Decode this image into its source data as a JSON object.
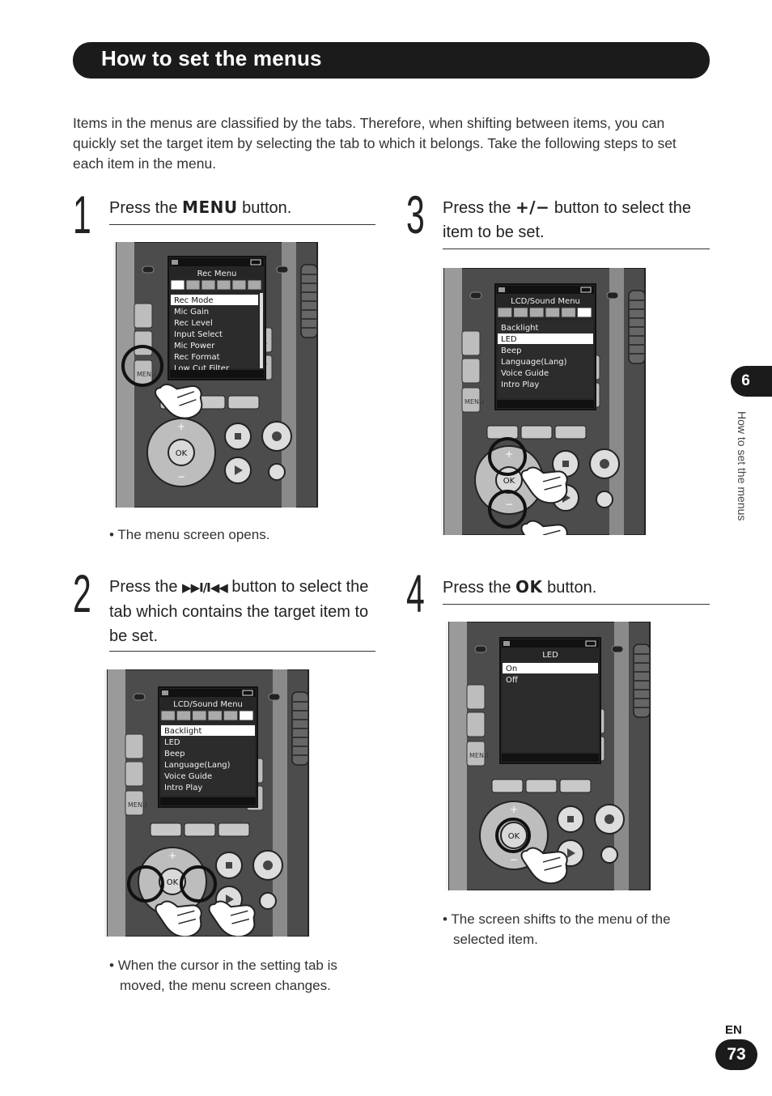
{
  "header": {
    "title": "How to set the menus"
  },
  "intro": "Items in the menus are classified by the tabs. Therefore, when shifting between items, you can quickly set the target item by selecting the tab to which it belongs. Take the following steps to set each item in the menu.",
  "steps": [
    {
      "number": "1",
      "prefix": "Press the ",
      "key": "MENU",
      "suffix": " button.",
      "note": "The menu screen opens."
    },
    {
      "number": "2",
      "prefix": "Press the ",
      "key": "▶▶I/I◀◀",
      "suffix": " button to select the tab which contains the target item to be set.",
      "note": "When the cursor in the setting tab is moved, the menu screen changes."
    },
    {
      "number": "3",
      "prefix": "Press the ",
      "key": "+/−",
      "suffix": " button to select the item to be set."
    },
    {
      "number": "4",
      "prefix": "Press the ",
      "key": "OK",
      "suffix": " button.",
      "note": "The screen shifts to the menu of the selected item."
    }
  ],
  "screens": {
    "step1": {
      "title": "Rec Menu",
      "items": [
        "Rec Mode",
        "Mic Gain",
        "Rec Level",
        "Input Select",
        "Mic Power",
        "Rec Format",
        "Low Cut Filter"
      ]
    },
    "step2": {
      "title": "LCD/Sound Menu",
      "items": [
        "Backlight",
        "LED",
        "Beep",
        "Language(Lang)",
        "Voice Guide",
        "Intro Play"
      ]
    },
    "step3": {
      "title": "LCD/Sound Menu",
      "items": [
        "Backlight",
        "LED",
        "Beep",
        "Language(Lang)",
        "Voice Guide",
        "Intro Play"
      ]
    },
    "step4": {
      "title": "LED",
      "items": [
        "On",
        "Off"
      ]
    }
  },
  "device_labels": {
    "ok": "OK",
    "menu": "MENU",
    "plus": "+",
    "minus": "−"
  },
  "chapter": {
    "number": "6",
    "label": "How to set the menus"
  },
  "footer": {
    "lang": "EN",
    "page": "73"
  },
  "colors": {
    "title_bar": "#1b1b1b",
    "device_body": "#4a4a4a",
    "screen_bg": "#222222"
  }
}
